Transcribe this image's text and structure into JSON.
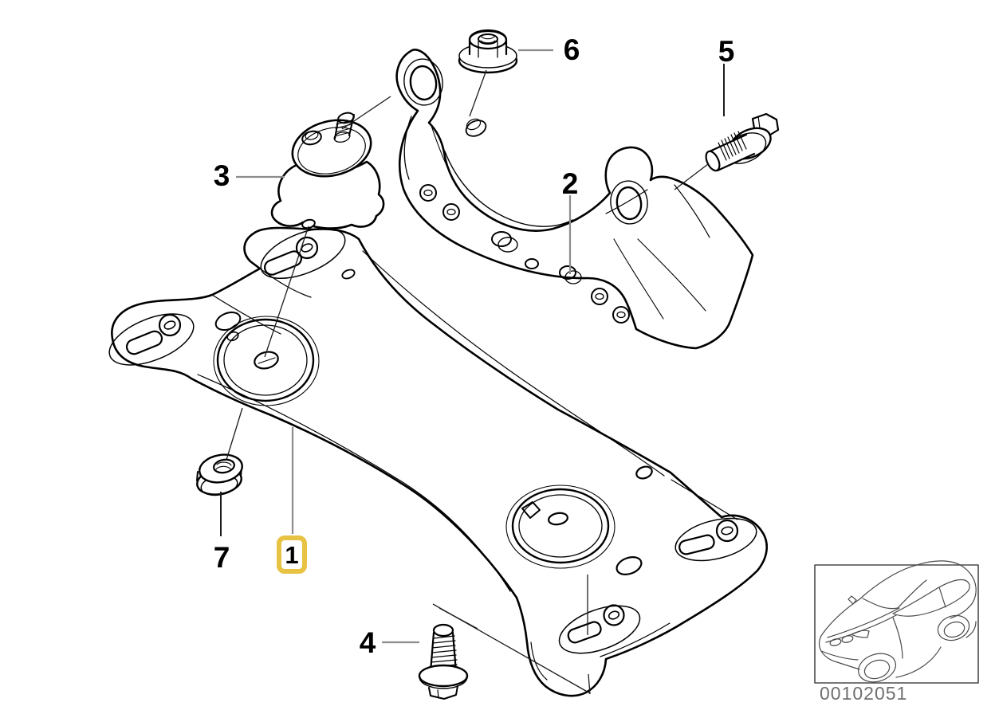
{
  "figure": {
    "type": "parts-diagram",
    "callouts": [
      {
        "num": "1",
        "selected": true,
        "part_icon": "transmission-crossmember-drawing"
      },
      {
        "num": "2",
        "selected": false,
        "part_icon": "gearbox-support-bracket-drawing"
      },
      {
        "num": "3",
        "selected": false,
        "part_icon": "rubber-mount-drawing"
      },
      {
        "num": "4",
        "selected": false,
        "part_icon": "collar-bolt-drawing"
      },
      {
        "num": "5",
        "selected": false,
        "part_icon": "hex-flange-bolt-drawing"
      },
      {
        "num": "6",
        "selected": false,
        "part_icon": "flange-nut-drawing"
      },
      {
        "num": "7",
        "selected": false,
        "part_icon": "flange-nut-drawing"
      }
    ],
    "thumbnail": {
      "code": "00102051",
      "icon": "car-sedan-outline-icon"
    },
    "colors": {
      "highlight_border": "#E7C243",
      "line": "#000000",
      "leader_gray": "#8C8C8C",
      "code_text": "#6F6F6F"
    }
  }
}
